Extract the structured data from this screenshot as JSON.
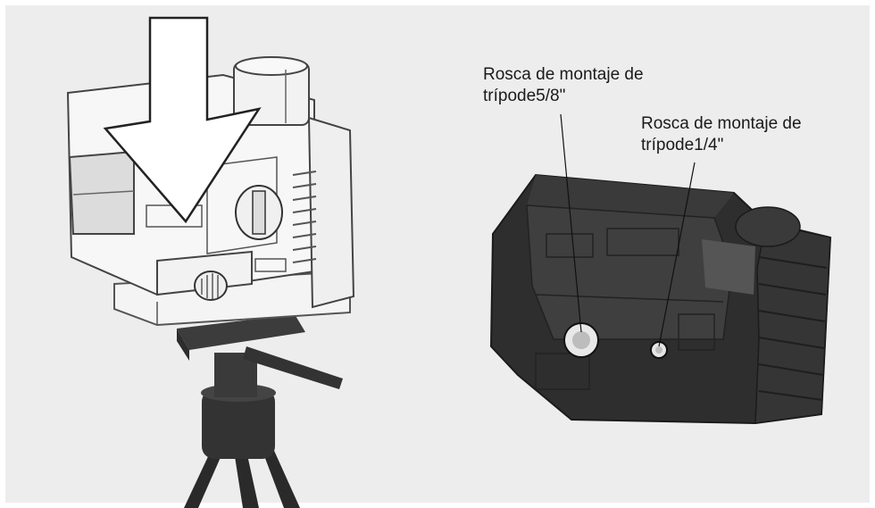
{
  "figure": {
    "callouts": [
      {
        "line1": "Rosca de montaje de",
        "line2": "trípode5/8\""
      },
      {
        "line1": "Rosca de montaje de",
        "line2": "trípode1/4\""
      }
    ]
  }
}
